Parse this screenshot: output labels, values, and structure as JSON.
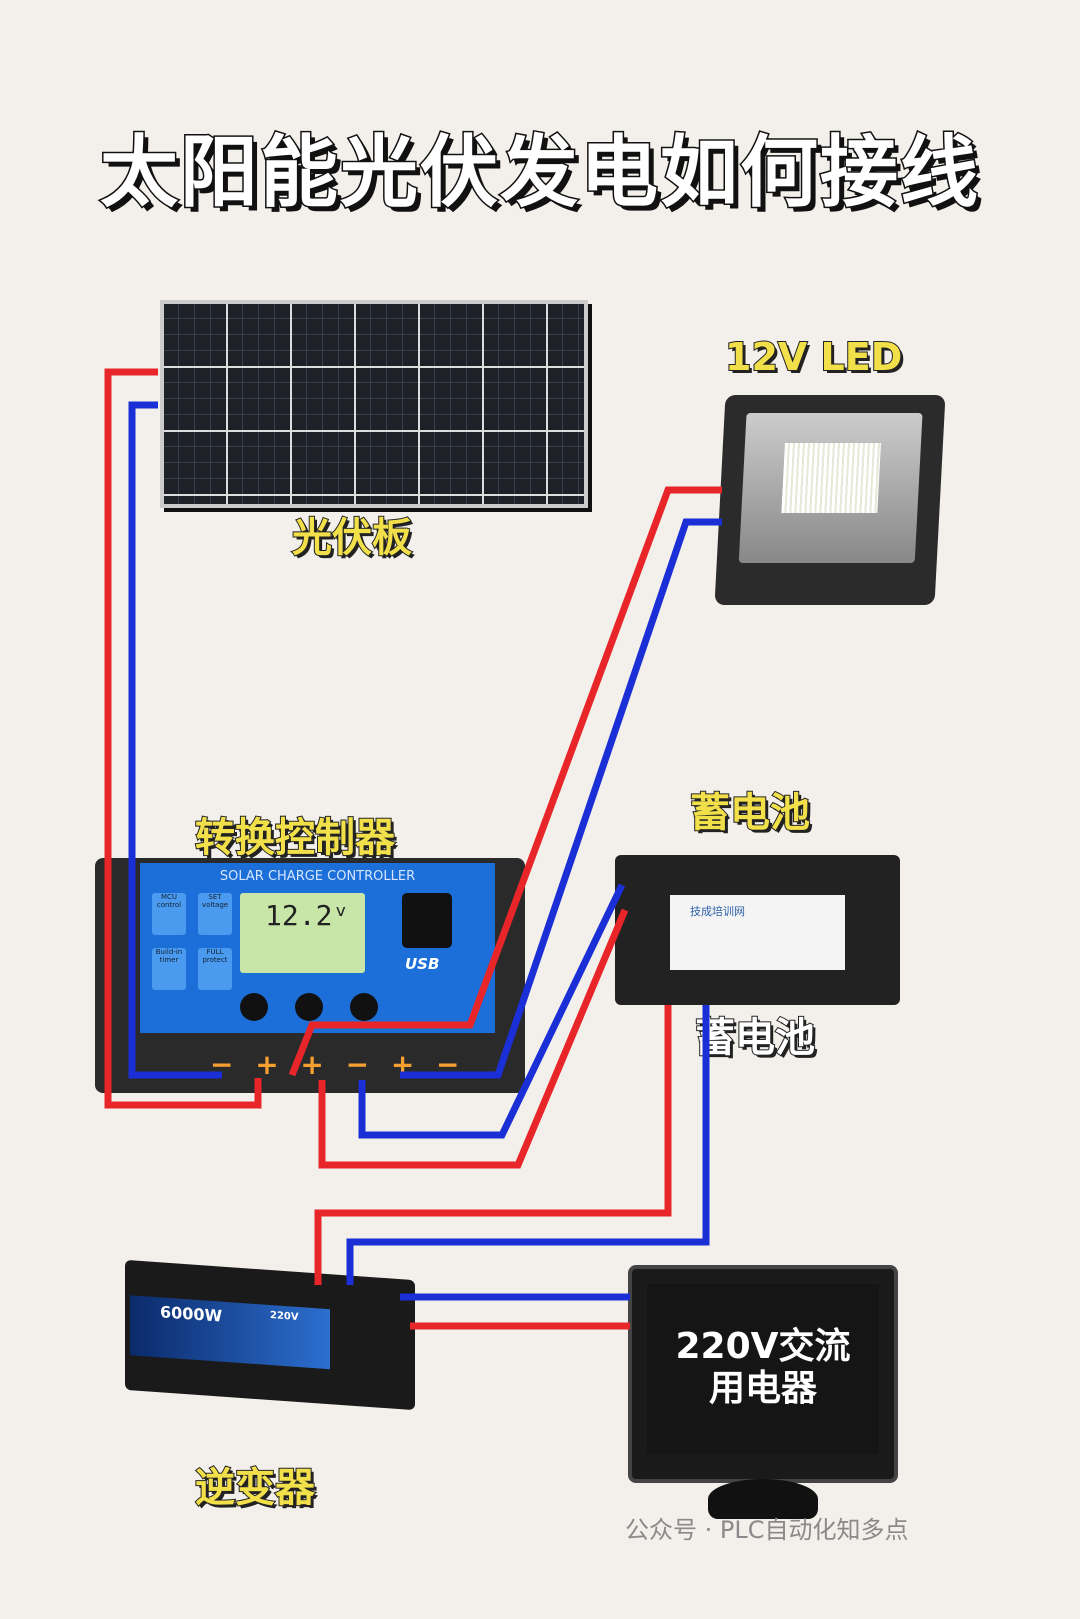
{
  "title": "太阳能光伏发电如何接线",
  "labels": {
    "panel": "光伏板",
    "led": "12V LED",
    "battery_top": "蓄电池",
    "battery_bottom": "蓄电池",
    "controller": "转换控制器",
    "inverter": "逆变器"
  },
  "controller": {
    "name": "SOLAR CHARGE CONTROLLER",
    "display": "12.2ᵛ",
    "icons": [
      "MCU control",
      "SET voltage",
      "Build-in timer",
      "FULL protect"
    ],
    "usb": "USB",
    "terminals": "− + + − + −"
  },
  "battery": {
    "brand": "技成培训网"
  },
  "inverter": {
    "power": "6000W",
    "output": "220V"
  },
  "appliance": {
    "line1": "220V交流",
    "line2": "用电器"
  },
  "watermark": "公众号 · PLC自动化知多点",
  "colors": {
    "positive": "#e8262a",
    "negative": "#1a2fd6"
  }
}
